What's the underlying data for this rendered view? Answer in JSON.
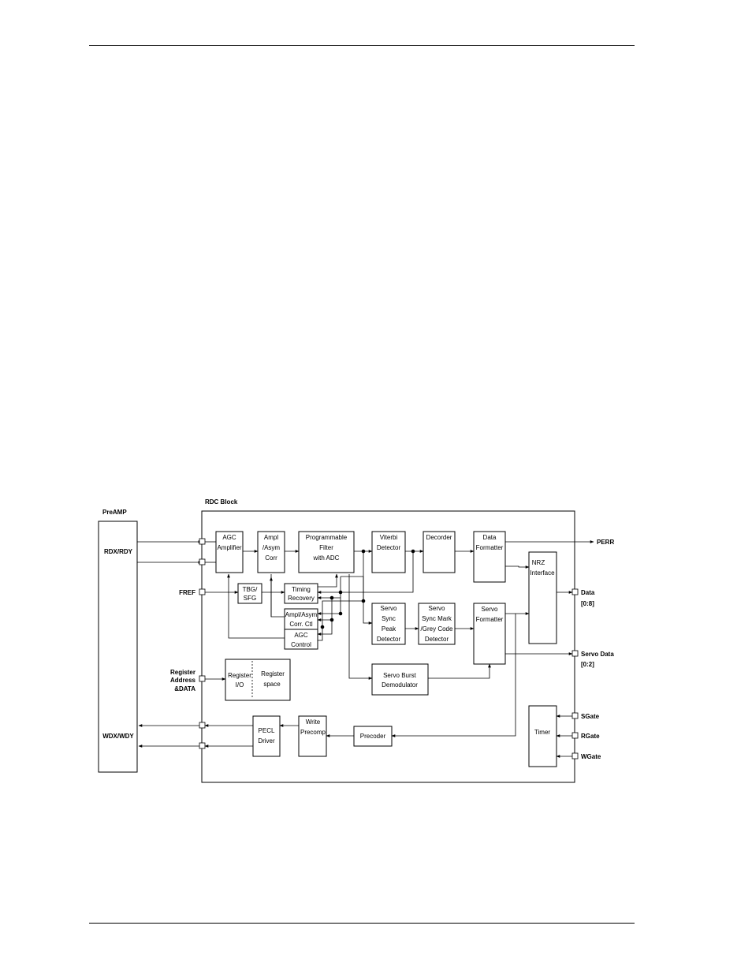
{
  "diagram": {
    "preamp": {
      "title": "PreAMP",
      "rdx": "RDX/RDY",
      "wdx": "WDX/WDY"
    },
    "rdc": {
      "title": "RDC Block"
    },
    "blocks": {
      "agc_amp": [
        "AGC",
        "Amplifier"
      ],
      "ampl_corr": [
        "Ampl",
        "/Asym",
        "Corr"
      ],
      "prog_filter": [
        "Programmable",
        "Filter",
        "with ADC"
      ],
      "viterbi": [
        "Viterbi",
        "Detector"
      ],
      "decorder": [
        "Decorder"
      ],
      "data_formatter": [
        "Data",
        "Formatter"
      ],
      "nrz": [
        "NRZ",
        "Interface"
      ],
      "tbg": [
        "TBG/",
        "SFG"
      ],
      "timing": [
        "Timing",
        "Recovery"
      ],
      "ampl_ctl": [
        "Ampl/Asym",
        "Corr. Ctl"
      ],
      "agc_ctl": [
        "AGC",
        "Control"
      ],
      "servo_peak": [
        "Servo",
        "Sync",
        "Peak",
        "Detector"
      ],
      "servo_mark": [
        "Servo",
        "Sync Mark",
        "/Grey Code",
        "Detector"
      ],
      "servo_formatter": [
        "Servo",
        "Formatter"
      ],
      "servo_burst": [
        "Servo Burst",
        "Demodulator"
      ],
      "register_io": [
        "Register",
        "I/O"
      ],
      "register_space": [
        "Register",
        "space"
      ],
      "pecl": [
        "PECL",
        "Driver"
      ],
      "write_precomp": [
        "Write",
        "Precomp"
      ],
      "precoder": [
        "Precoder"
      ],
      "timer": [
        "Timer"
      ]
    },
    "signals": {
      "fref": "FREF",
      "register_addr": [
        "Register",
        "Address",
        "&DATA"
      ],
      "perr": "PERR",
      "data": [
        "Data",
        "[0:8]"
      ],
      "servo_data": [
        "Servo Data",
        "[0:2]"
      ],
      "sgate": "SGate",
      "rgate": "RGate",
      "wgate": "WGate"
    }
  }
}
